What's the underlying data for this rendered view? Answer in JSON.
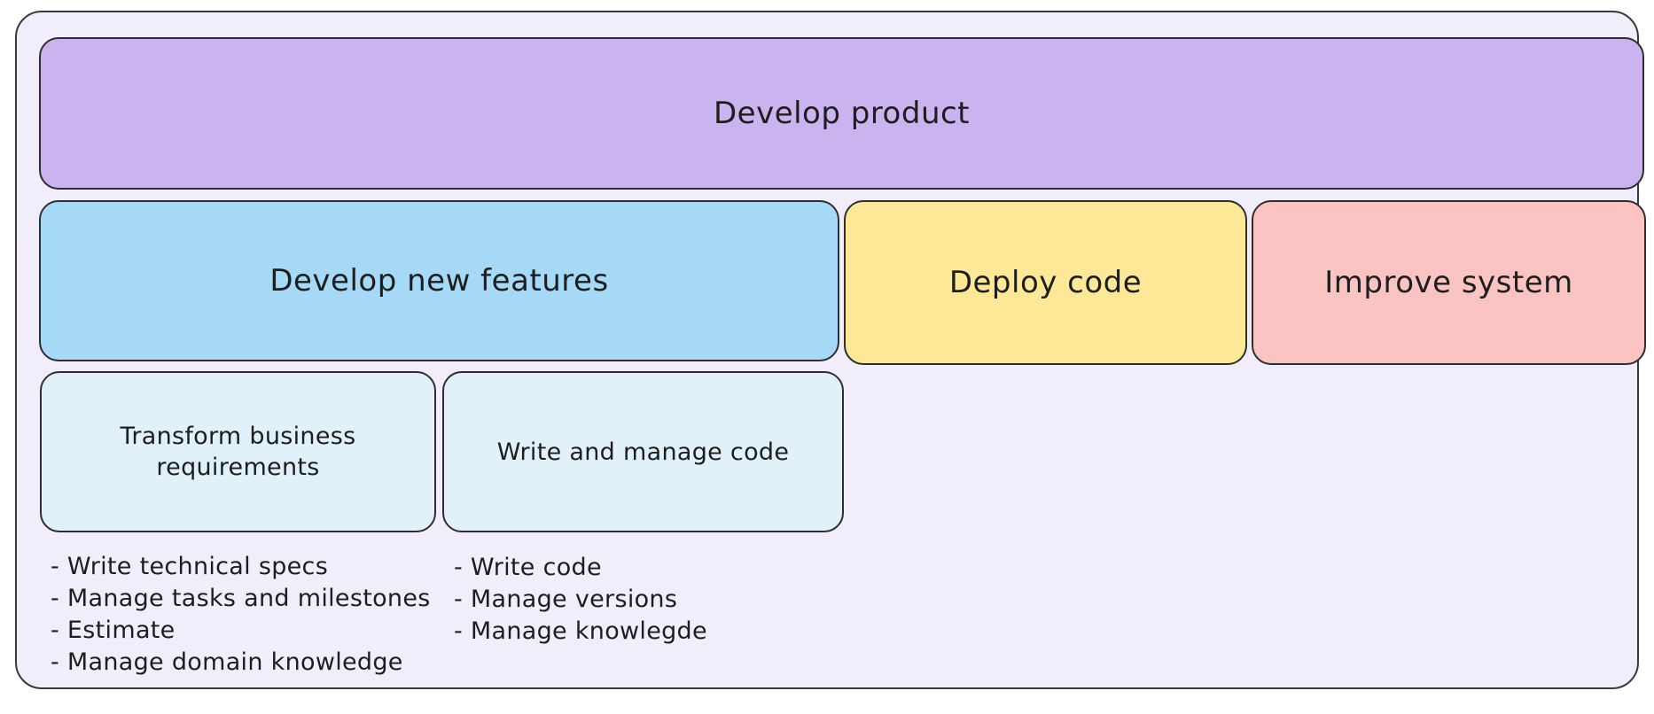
{
  "diagram": {
    "kind": "product-development-breakdown",
    "root_box": {
      "label": "Develop product",
      "fill": "#cbb3f0"
    },
    "level2_boxes": {
      "develop_new_features": {
        "label": "Develop new features",
        "fill": "#a6d9f6"
      },
      "deploy_code": {
        "label": "Deploy code",
        "fill": "#fce897"
      },
      "improve_system": {
        "label": "Improve system",
        "fill": "#f9c4c2"
      }
    },
    "level3_boxes": {
      "transform_business_requirements": {
        "label": "Transform business requirements",
        "fill": "#e0f1f9"
      },
      "write_and_manage_code": {
        "label": "Write and manage code",
        "fill": "#e0f1f9"
      }
    },
    "task_lists": {
      "transform_business_requirements": [
        "- Write technical specs",
        "- Manage tasks and milestones",
        "- Estimate",
        "- Manage domain knowledge"
      ],
      "write_and_manage_code": [
        "- Write code",
        "- Manage versions",
        "- Manage knowlegde"
      ]
    },
    "colors": {
      "page_background": "#ffffff",
      "container_fill": "#f1edfa",
      "stroke": "#2e2e2e",
      "text": "#1e1e1e"
    }
  }
}
